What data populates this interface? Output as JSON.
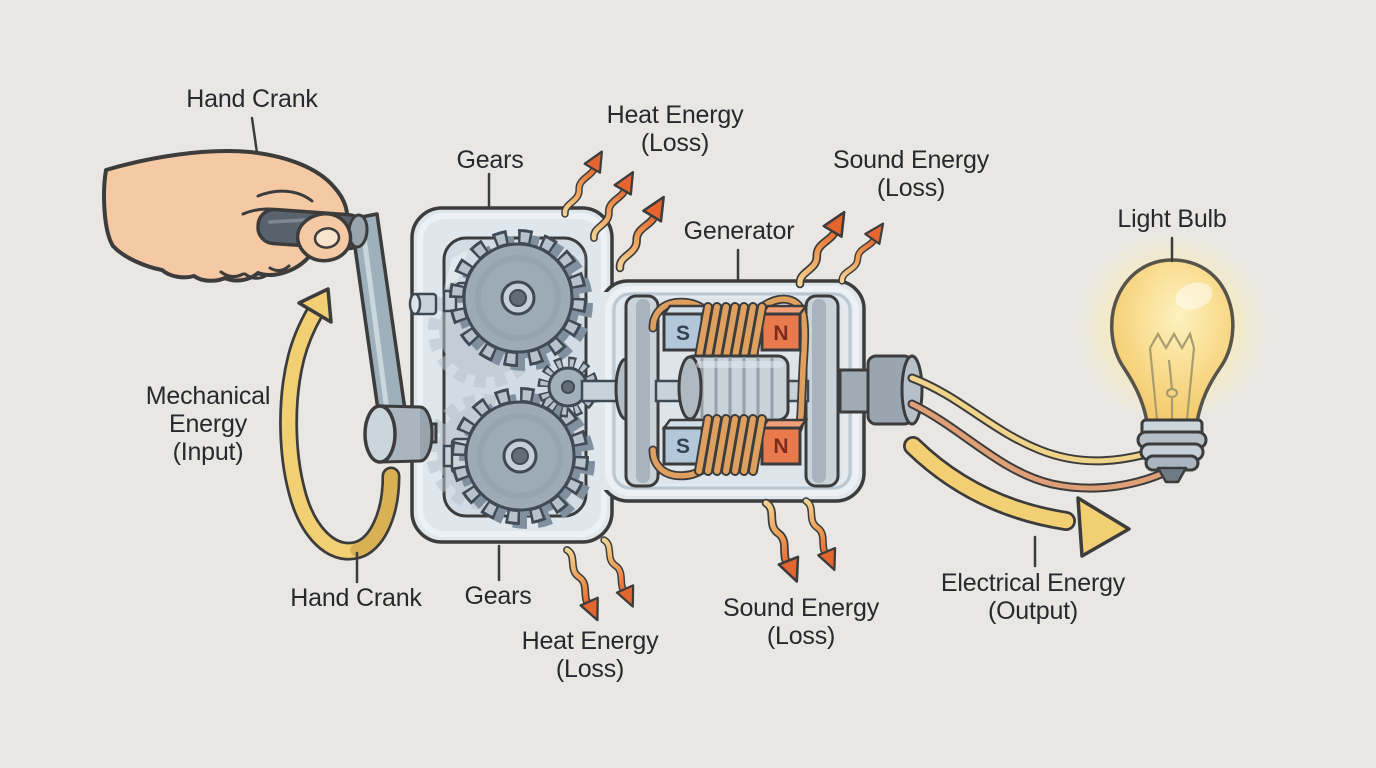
{
  "labels": {
    "hand_crank_top": "Hand Crank",
    "gears_top": "Gears",
    "heat_top_line1": "Heat Energy",
    "heat_top_line2": "(Loss)",
    "generator": "Generator",
    "sound_top_line1": "Sound Energy",
    "sound_top_line2": "(Loss)",
    "light_bulb": "Light Bulb",
    "mechanical_line1": "Mechanical",
    "mechanical_line2": "Energy",
    "mechanical_line3": "(Input)",
    "hand_crank_bottom": "Hand Crank",
    "gears_bottom": "Gears",
    "heat_bottom_line1": "Heat Energy",
    "heat_bottom_line2": "(Loss)",
    "sound_bottom_line1": "Sound Energy",
    "sound_bottom_line2": "(Loss)",
    "electrical_line1": "Electrical Energy",
    "electrical_line2": "(Output)"
  },
  "magnets": {
    "top_left": "S",
    "top_right": "N",
    "bottom_left": "S",
    "bottom_right": "N"
  },
  "colors": {
    "background": "#e9e7e4",
    "outline": "#3c3c3c",
    "label_text": "#27292c",
    "energy_arrow_yellow": "#f2cf72",
    "energy_arrow_gold_tail": "#d8b155",
    "loss_arrow_hot": "#e4652e",
    "loss_arrow_warm": "#f2d392",
    "magnet_south": "#b2c8da",
    "magnet_north": "#e87a4e",
    "coil_copper": "#dfa05f",
    "wire_yellow": "#efd489",
    "wire_copper": "#dfa077",
    "housing": "#dfe7ed",
    "metal_gray": "#9fb0bd",
    "skin": "#f5c9a3",
    "bulb_glass": "#f6cf75",
    "bulb_glow": "#fceeaa"
  }
}
